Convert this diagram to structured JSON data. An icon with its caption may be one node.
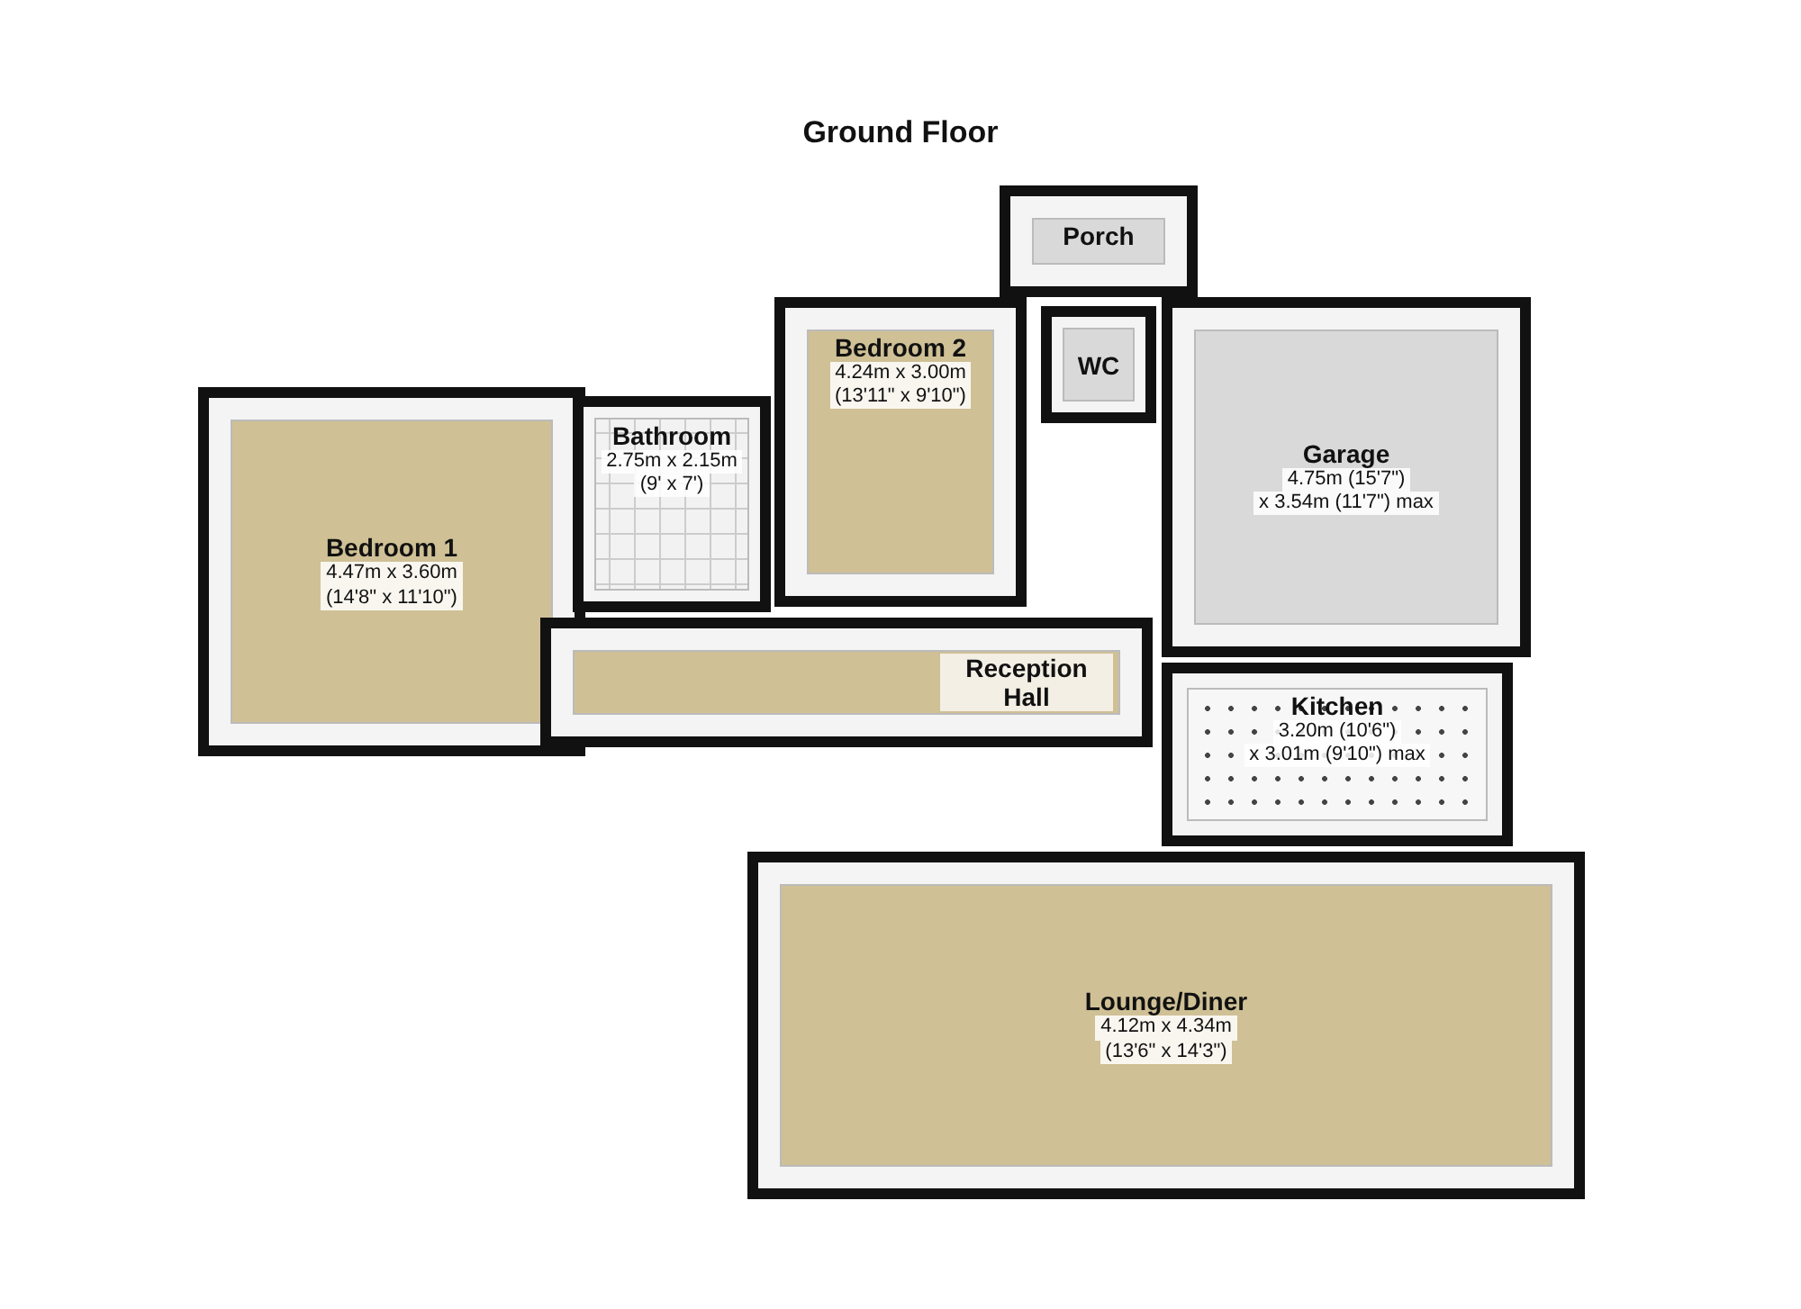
{
  "diagram": {
    "title": "Ground Floor",
    "nodes": [
      {
        "text": [
          "Porch"
        ]
      },
      {
        "text": [
          "Bedroom 2",
          "4.24m x 3.00m",
          "(13'11\" x 9'10\")"
        ]
      },
      {
        "text": [
          "WC"
        ]
      },
      {
        "text": [
          "Bedroom 1",
          "4.47m x 3.60m",
          "(14'8\" x 11'10\")"
        ]
      },
      {
        "text": [
          "Bathroom",
          "2.75m x 2.15m",
          "(9' x 7')"
        ]
      },
      {
        "text": [
          "Garage",
          "4.75m (15'7\")",
          "x 3.54m (11'7\") max"
        ]
      },
      {
        "text": [
          "Reception Hall"
        ]
      },
      {
        "text": [
          "Kitchen",
          "3.20m (10'6\")",
          "x 3.01m (9'10\") max"
        ]
      },
      {
        "text": [
          "Lounge/Diner",
          "4.12m x 4.34m",
          "(13'6\" x 14'3\")"
        ]
      }
    ]
  }
}
